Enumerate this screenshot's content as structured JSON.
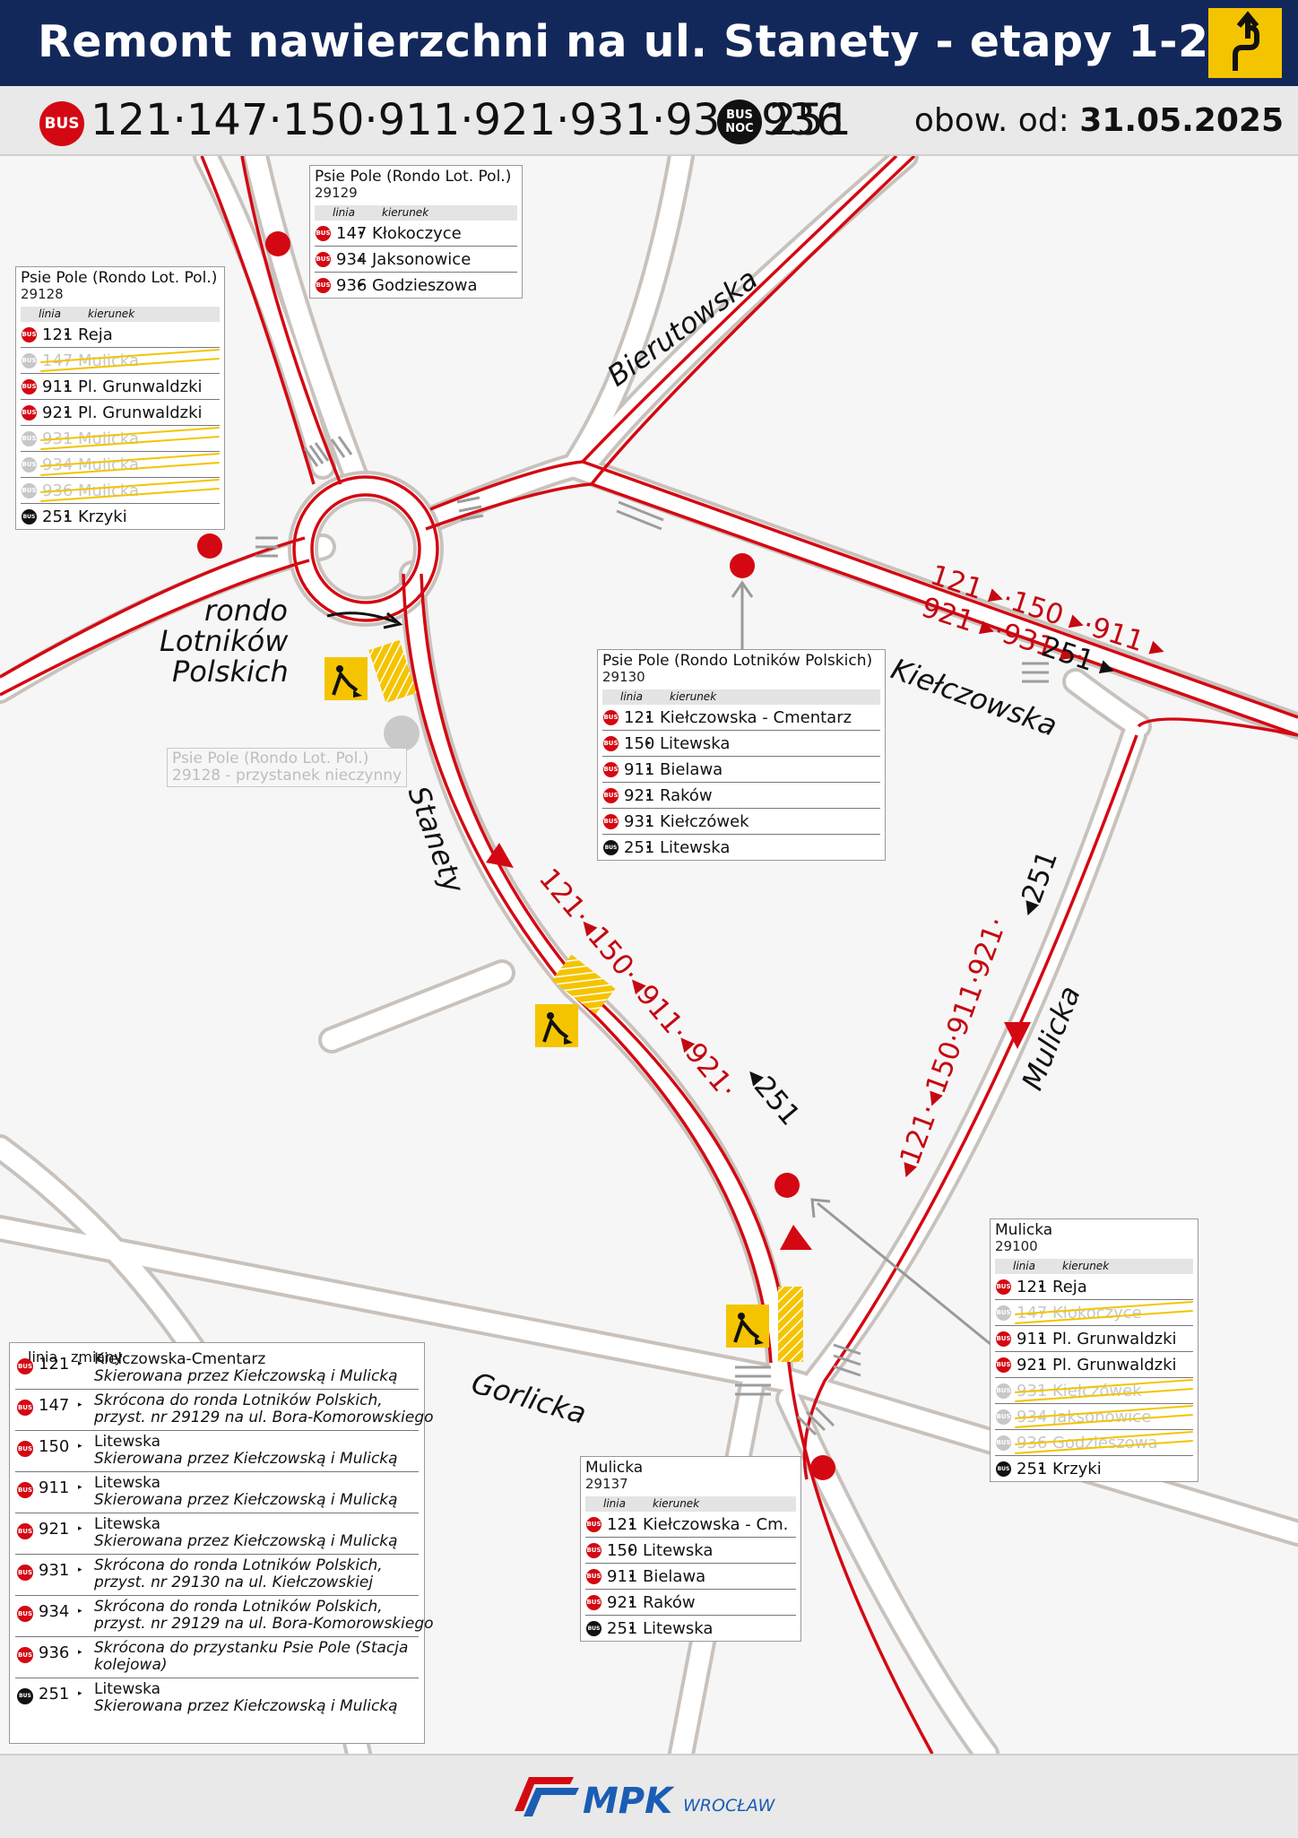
{
  "header": {
    "title": "Remont nawierzchni na ul. Stanety - etapy 1-2",
    "detour_icon": "detour-arrow-icon",
    "bus_badge": "BUS",
    "day_lines": "121·147·150·911·921·931·934·936",
    "night_badge_top": "BUS",
    "night_badge_bottom": "NOC",
    "night_lines": "251",
    "valid_from_label": "obow. od:",
    "valid_from_date": "31.05.2025"
  },
  "colors": {
    "header_bg": "#13285a",
    "route_red": "#d40812",
    "night_black": "#111111",
    "works_yellow": "#f5c400",
    "mpk_blue": "#1a5db4"
  },
  "map": {
    "streets": {
      "bierutowska": "Bierutowska",
      "kielczowska": "Kiełczowska",
      "stanety": "Stanety",
      "mulicka": "Mulicka",
      "gorlicka": "Gorlicka",
      "rondo_1": "rondo",
      "rondo_2": "Lotników",
      "rondo_3": "Polskich"
    },
    "route_labels": {
      "kielczowska_top": "121 ▸·150 ▸·911 ▸",
      "kielczowska_bottom_red": "921 ▸·931 ▸·",
      "kielczowska_bottom_black": "251 ▸",
      "stanety_red": "121·◂150·◂911·◂921·",
      "stanety_black": "◂251",
      "mulicka_red": "◂121·◂150·911·921·",
      "mulicka_black": "◂251"
    },
    "inactive_stop": {
      "name": "Psie Pole (Rondo Lot. Pol.)",
      "note": "29128 - przystanek nieczynny"
    }
  },
  "table_headers": {
    "line": "linia",
    "direction": "kierunek",
    "changes": "zmiany"
  },
  "stops": [
    {
      "name": "Psie Pole (Rondo Lot. Pol.)",
      "number": "29129",
      "rows": [
        {
          "line": "147",
          "dir": "Kłokoczyce",
          "night": false,
          "off": false
        },
        {
          "line": "934",
          "dir": "Jaksonowice",
          "night": false,
          "off": false
        },
        {
          "line": "936",
          "dir": "Godzieszowa",
          "night": false,
          "off": false
        }
      ]
    },
    {
      "name": "Psie Pole (Rondo Lot. Pol.)",
      "number": "29128",
      "rows": [
        {
          "line": "121",
          "dir": "Reja",
          "night": false,
          "off": false
        },
        {
          "line": "147",
          "dir": "Mulicka",
          "night": false,
          "off": true
        },
        {
          "line": "911",
          "dir": "Pl. Grunwaldzki",
          "night": false,
          "off": false
        },
        {
          "line": "921",
          "dir": "Pl. Grunwaldzki",
          "night": false,
          "off": false
        },
        {
          "line": "931",
          "dir": "Mulicka",
          "night": false,
          "off": true
        },
        {
          "line": "934",
          "dir": "Mulicka",
          "night": false,
          "off": true
        },
        {
          "line": "936",
          "dir": "Mulicka",
          "night": false,
          "off": true
        },
        {
          "line": "251",
          "dir": "Krzyki",
          "night": true,
          "off": false
        }
      ]
    },
    {
      "name": "Psie Pole (Rondo Lotników Polskich)",
      "number": "29130",
      "rows": [
        {
          "line": "121",
          "dir": "Kiełczowska - Cmentarz",
          "night": false,
          "off": false
        },
        {
          "line": "150",
          "dir": "Litewska",
          "night": false,
          "off": false
        },
        {
          "line": "911",
          "dir": "Bielawa",
          "night": false,
          "off": false
        },
        {
          "line": "921",
          "dir": "Raków",
          "night": false,
          "off": false
        },
        {
          "line": "931",
          "dir": "Kiełczówek",
          "night": false,
          "off": false
        },
        {
          "line": "251",
          "dir": "Litewska",
          "night": true,
          "off": false
        }
      ]
    },
    {
      "name": "Mulicka",
      "number": "29100",
      "rows": [
        {
          "line": "121",
          "dir": "Reja",
          "night": false,
          "off": false
        },
        {
          "line": "147",
          "dir": "Kłokoczyce",
          "night": false,
          "off": true
        },
        {
          "line": "911",
          "dir": "Pl. Grunwaldzki",
          "night": false,
          "off": false
        },
        {
          "line": "921",
          "dir": "Pl. Grunwaldzki",
          "night": false,
          "off": false
        },
        {
          "line": "931",
          "dir": "Kiełczówek",
          "night": false,
          "off": true
        },
        {
          "line": "934",
          "dir": "Jaksonowice",
          "night": false,
          "off": true
        },
        {
          "line": "936",
          "dir": "Godzieszowa",
          "night": false,
          "off": true
        },
        {
          "line": "251",
          "dir": "Krzyki",
          "night": true,
          "off": false
        }
      ]
    },
    {
      "name": "Mulicka",
      "number": "29137",
      "rows": [
        {
          "line": "121",
          "dir": "Kiełczowska - Cm.",
          "night": false,
          "off": false
        },
        {
          "line": "150",
          "dir": "Litewska",
          "night": false,
          "off": false
        },
        {
          "line": "911",
          "dir": "Bielawa",
          "night": false,
          "off": false
        },
        {
          "line": "921",
          "dir": "Raków",
          "night": false,
          "off": false
        },
        {
          "line": "251",
          "dir": "Litewska",
          "night": true,
          "off": false
        }
      ]
    }
  ],
  "legend": [
    {
      "line": "121",
      "night": false,
      "main": "Kiełczowska-Cmentarz",
      "sub": "Skierowana przez Kiełczowską i Mulicką",
      "italic_main": false
    },
    {
      "line": "147",
      "night": false,
      "main": "Skrócona do ronda Lotników Polskich,",
      "sub": "przyst. nr 29129 na ul. Bora-Komorowskiego",
      "italic_main": true
    },
    {
      "line": "150",
      "night": false,
      "main": "Litewska",
      "sub": "Skierowana przez Kiełczowską i Mulicką",
      "italic_main": false
    },
    {
      "line": "911",
      "night": false,
      "main": "Litewska",
      "sub": "Skierowana przez Kiełczowską i Mulicką",
      "italic_main": false
    },
    {
      "line": "921",
      "night": false,
      "main": "Litewska",
      "sub": "Skierowana przez Kiełczowską i Mulicką",
      "italic_main": false
    },
    {
      "line": "931",
      "night": false,
      "main": "Skrócona do ronda Lotników Polskich,",
      "sub": "przyst. nr 29130 na ul. Kiełczowskiej",
      "italic_main": true
    },
    {
      "line": "934",
      "night": false,
      "main": "Skrócona do ronda Lotników Polskich,",
      "sub": "przyst. nr 29129 na ul. Bora-Komorowskiego",
      "italic_main": true
    },
    {
      "line": "936",
      "night": false,
      "main": "Skrócona do przystanku Psie Pole (Stacja",
      "sub": "kolejowa)",
      "italic_main": true
    },
    {
      "line": "251",
      "night": true,
      "main": "Litewska",
      "sub": "Skierowana przez Kiełczowską i Mulicką",
      "italic_main": false
    }
  ],
  "footer": {
    "logo_text": "MPK",
    "logo_sub": "WROCŁAW"
  }
}
